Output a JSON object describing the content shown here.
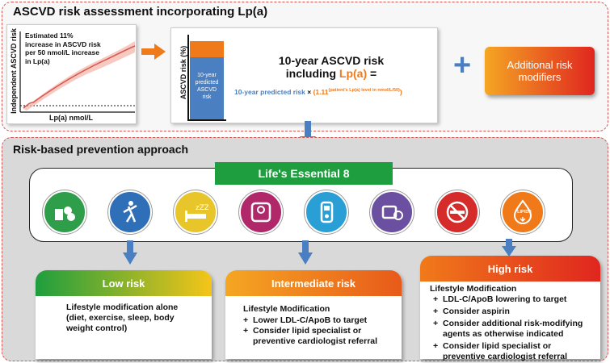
{
  "top_panel": {
    "title": "ASCVD risk assessment incorporating Lp(a)",
    "graph": {
      "y_label": "Independent ASCVD risk",
      "x_label": "Lp(a) nmol/L",
      "note_line1": "Estimated 11%",
      "note_line2": "increase in ASCVD risk",
      "note_line3": "per 50 nmol/L increase",
      "note_line4": "in Lp(a)"
    },
    "risk_bar": {
      "y_label": "ASCVD risk (%)",
      "inner_line1": "10-year",
      "inner_line2": "predicted",
      "inner_line3": "ASCVD",
      "inner_line4": "risk"
    },
    "formula": {
      "headline1": "10-year ASCVD risk",
      "headline2_prefix": "including ",
      "headline2_lpa": "Lp(a)",
      "headline2_suffix": " =",
      "term1": "10-year predicted risk",
      "times": " × ",
      "base": "(1.11",
      "exponent": "(patient's Lp(a) level in nmol/L/50)",
      "close": ")"
    },
    "plus_symbol": "+",
    "modifiers": "Additional risk modifiers"
  },
  "bottom_panel": {
    "title": "Risk-based prevention approach",
    "les8": "Life's Essential 8",
    "icons": [
      {
        "name": "diet-icon",
        "color": "#2e9e4a"
      },
      {
        "name": "physical-activity-icon",
        "color": "#2f6fb7"
      },
      {
        "name": "sleep-icon",
        "color": "#e8c52a"
      },
      {
        "name": "weight-scale-icon",
        "color": "#b0286a"
      },
      {
        "name": "glucose-meter-icon",
        "color": "#2a9fd6"
      },
      {
        "name": "blood-pressure-icon",
        "color": "#6b4fa0"
      },
      {
        "name": "no-smoking-icon",
        "color": "#d62b2b"
      },
      {
        "name": "lipids-drop-icon",
        "color": "#f07a1a"
      }
    ],
    "lipids_label": "LIPIDS",
    "cards": {
      "low": {
        "header": "Low risk",
        "body": "Lifestyle modification alone (diet, exercise, sleep, body weight control)"
      },
      "intermediate": {
        "header": "Intermediate risk",
        "intro": "Lifestyle Modification",
        "items": [
          "Lower LDL-C/ApoB to target",
          "Consider lipid specialist or preventive cardiologist referral"
        ]
      },
      "high": {
        "header": "High risk",
        "intro": "Lifestyle Modification",
        "items": [
          "LDL-C/ApoB lowering to target",
          "Consider aspirin",
          "Consider additional risk-modifying agents as otherwise indicated",
          "Consider lipid specialist or preventive cardiologist referral"
        ]
      }
    }
  },
  "colors": {
    "panel_border": "#d9534f",
    "orange": "#f07a1a",
    "blue": "#4a7fc1",
    "green": "#1e9e3e",
    "red": "#e0261f"
  }
}
